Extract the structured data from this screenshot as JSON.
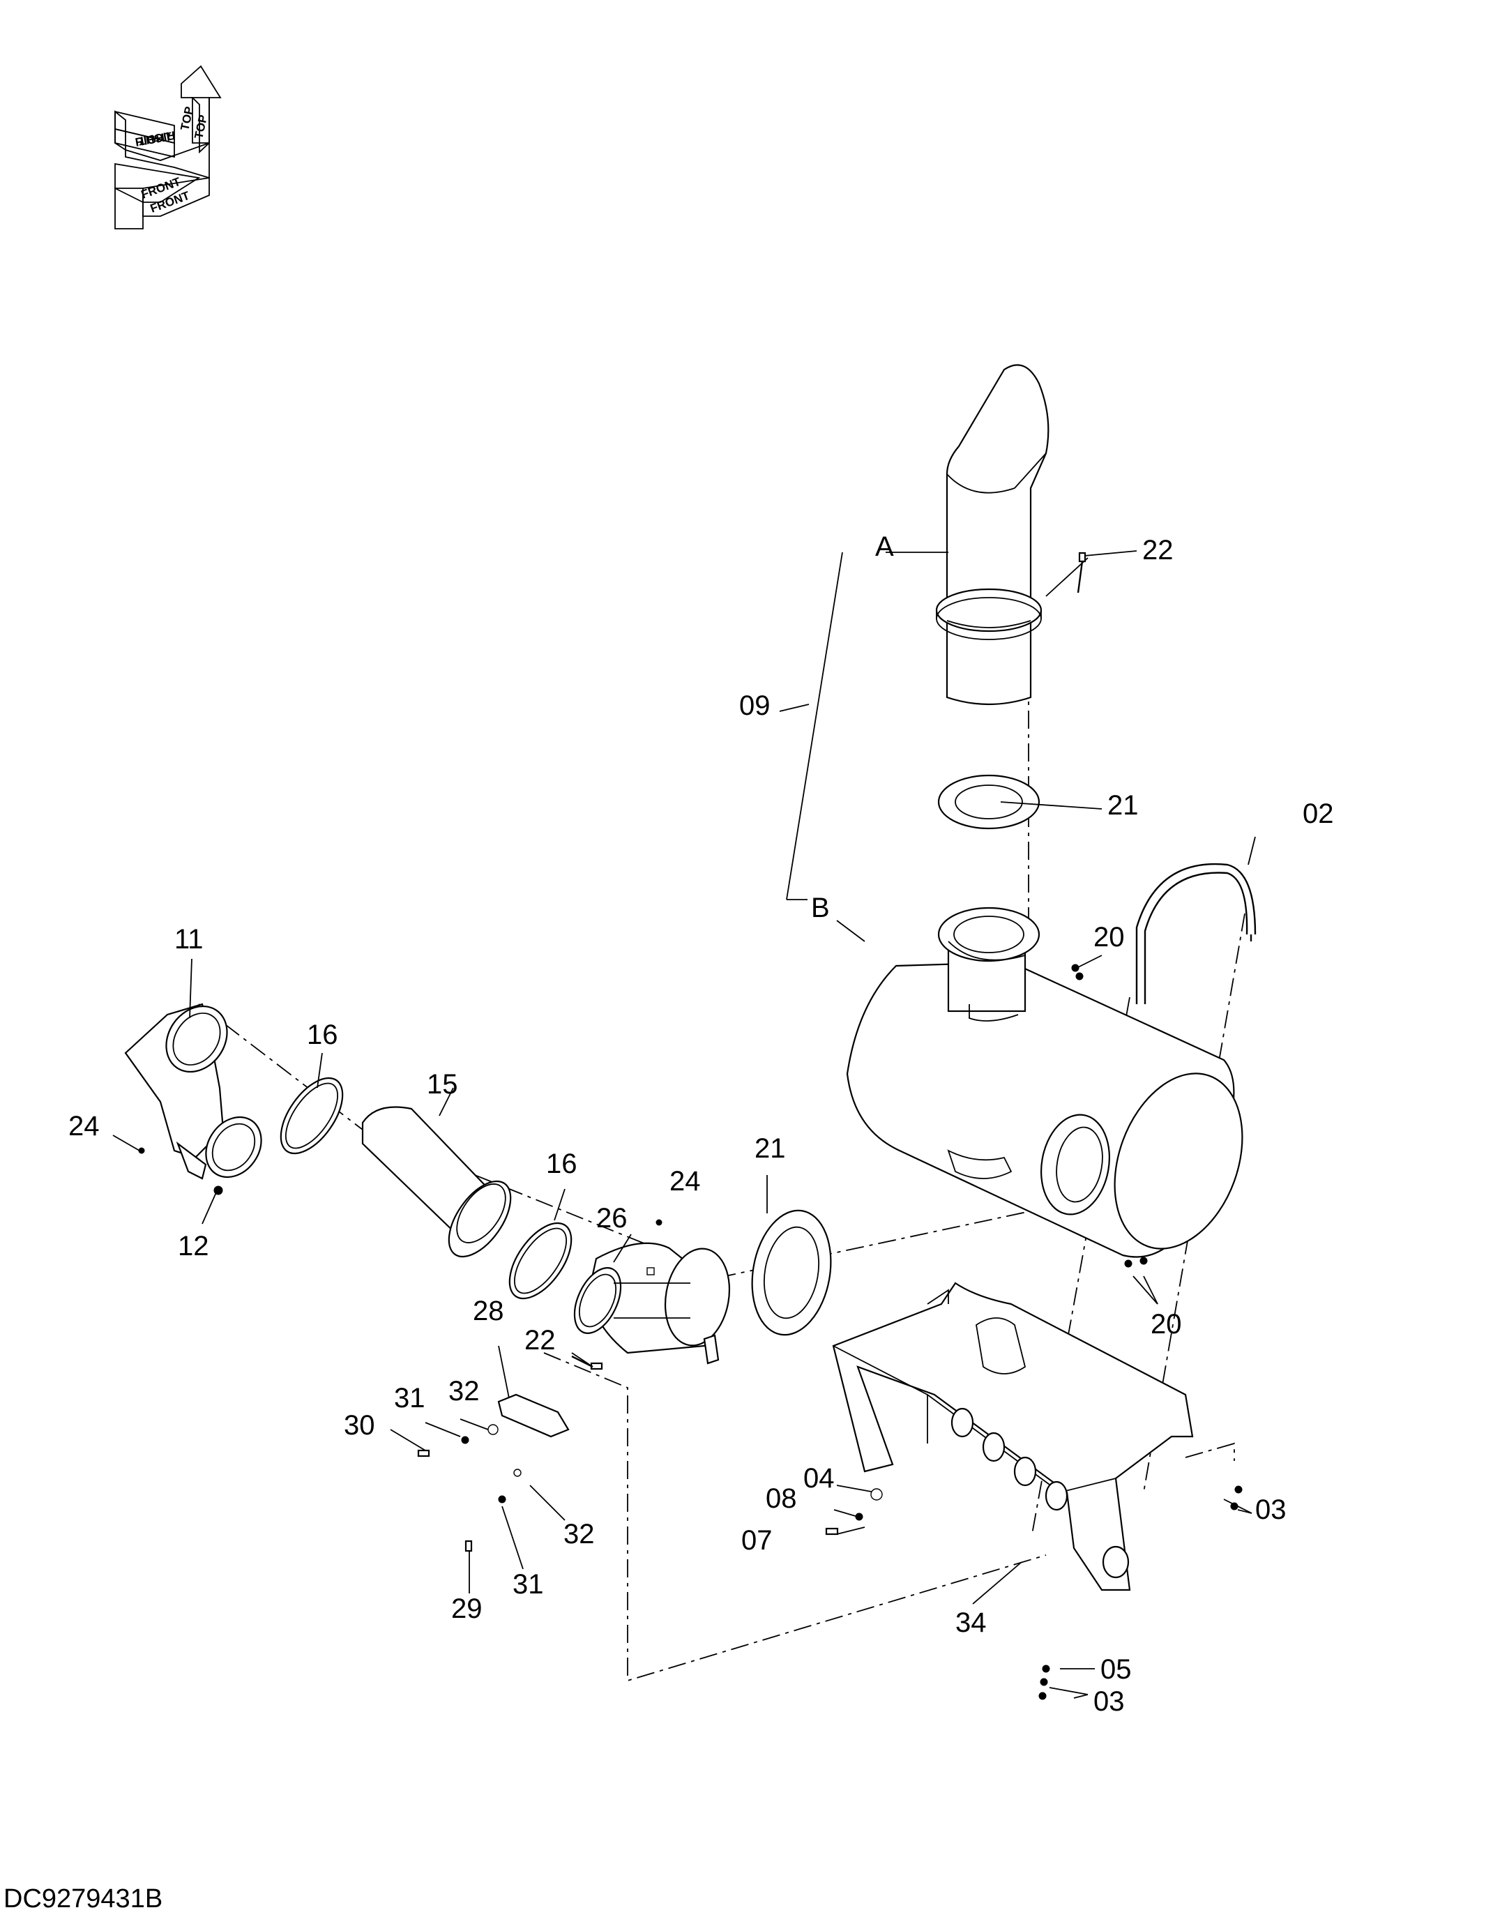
{
  "orientation": {
    "top_label": "TOP",
    "right_label": "RIGHT",
    "front_label": "FRONT"
  },
  "callouts": {
    "c02": "02",
    "c03a": "03",
    "c03b": "03",
    "c04": "04",
    "c05": "05",
    "c07": "07",
    "c08": "08",
    "c09": "09",
    "c11": "11",
    "c12": "12",
    "c15": "15",
    "c16a": "16",
    "c16b": "16",
    "c20a": "20",
    "c20b": "20",
    "c21a": "21",
    "c21b": "21",
    "c22a": "22",
    "c22b": "22",
    "c24a": "24",
    "c24b": "24",
    "c26": "26",
    "c28": "28",
    "c29": "29",
    "c30": "30",
    "c31a": "31",
    "c31b": "31",
    "c32a": "32",
    "c32b": "32",
    "c34": "34",
    "refA": "A",
    "refB": "B"
  },
  "drawing_code": "DC9279431B"
}
